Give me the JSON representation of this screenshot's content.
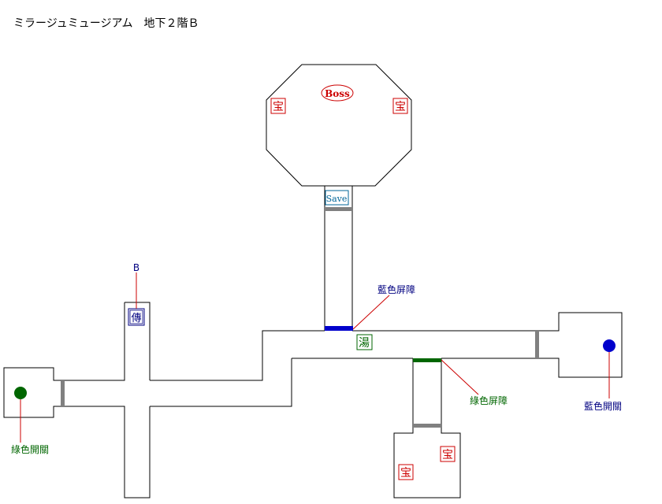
{
  "title": "ミラージュミュージアム　地下２階Ｂ",
  "colors": {
    "wall": "#000000",
    "floor": "#ffffff",
    "red": "#cc0000",
    "blue": "#0000cc",
    "green": "#006600",
    "teal": "#006699",
    "navy": "#000080",
    "gate": "#808080"
  },
  "markers": {
    "boss": "Boss",
    "save": "Save",
    "treasure": "宝",
    "teleport": "傳",
    "spring": "湯"
  },
  "labels": {
    "teleport_dest": "B",
    "blue_barrier": "藍色屏障",
    "green_barrier": "綠色屏障",
    "blue_switch": "藍色開關",
    "green_switch": "綠色開關"
  }
}
